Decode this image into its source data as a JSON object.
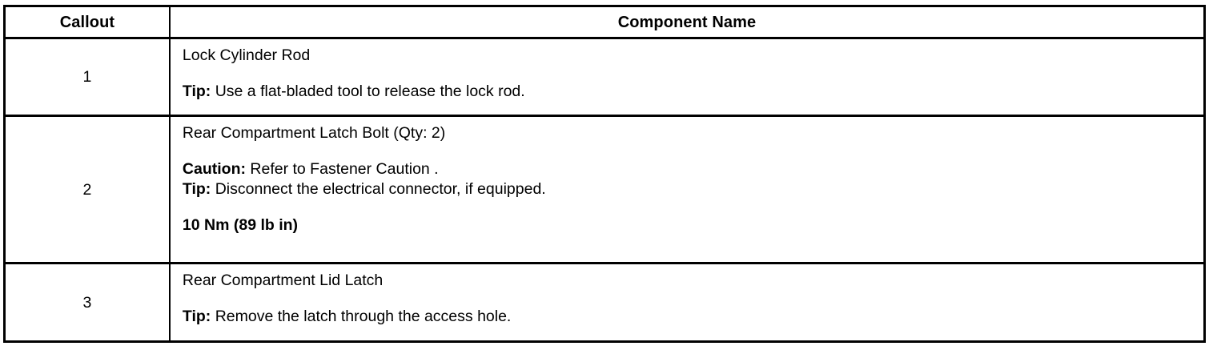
{
  "table": {
    "headers": {
      "callout": "Callout",
      "component_name": "Component Name"
    },
    "rows": [
      {
        "callout": "1",
        "lines": [
          {
            "lead": "",
            "text": "Lock Cylinder Rod",
            "bold": false
          },
          {
            "lead": "",
            "text": "",
            "bold": false
          },
          {
            "lead": "Tip:",
            "text": " Use a flat-bladed tool to release the lock rod.",
            "bold": false
          }
        ]
      },
      {
        "callout": "2",
        "lines": [
          {
            "lead": "",
            "text": "Rear Compartment Latch Bolt (Qty: 2)",
            "bold": false
          },
          {
            "lead": "",
            "text": "",
            "bold": false
          },
          {
            "lead": "Caution:",
            "text": " Refer to Fastener Caution .",
            "bold": false
          },
          {
            "lead": "Tip:",
            "text": " Disconnect the electrical connector, if equipped.",
            "bold": false
          },
          {
            "lead": "",
            "text": "",
            "bold": false
          },
          {
            "lead": "",
            "text": "10 Nm (89 lb in)",
            "bold": true
          }
        ]
      },
      {
        "callout": "3",
        "lines": [
          {
            "lead": "",
            "text": "Rear Compartment Lid Latch",
            "bold": false
          },
          {
            "lead": "",
            "text": "",
            "bold": false
          },
          {
            "lead": "Tip:",
            "text": " Remove the latch through the access hole.",
            "bold": false
          }
        ]
      }
    ]
  },
  "colors": {
    "border": "#000000",
    "text": "#000000",
    "background": "#ffffff"
  }
}
